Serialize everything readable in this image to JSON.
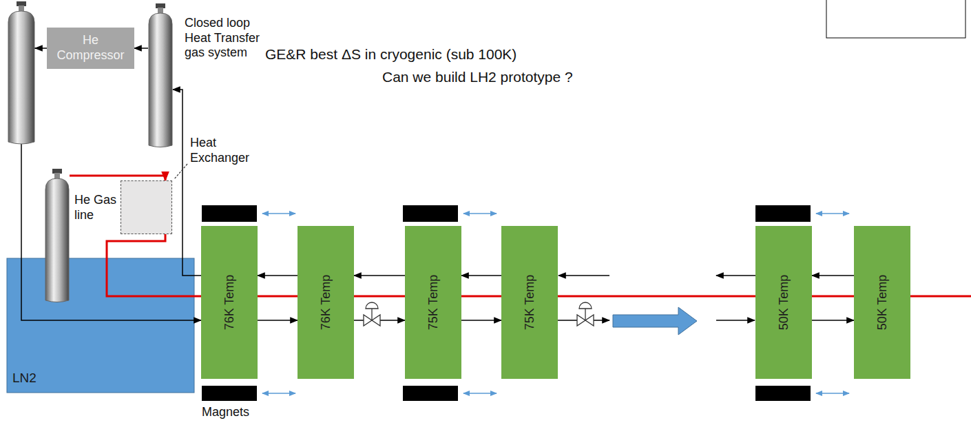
{
  "diagram": {
    "title": "GE&R best ΔS in cryogenic (sub 100K)",
    "nodes": [
      {
        "text": [
          "He Compressor"
        ]
      },
      {
        "text": [
          "Closed loop Heat Transfer gas system"
        ]
      },
      {
        "text": [
          "He Gas line"
        ]
      },
      {
        "text": [
          "Heat Exchanger"
        ]
      },
      {
        "text": [
          "LN2"
        ]
      },
      {
        "text": [
          "76K Temp"
        ]
      },
      {
        "text": [
          "76K Temp"
        ]
      },
      {
        "text": [
          "75K Temp"
        ]
      },
      {
        "text": [
          "75K Temp"
        ]
      },
      {
        "text": [
          "50K Temp"
        ]
      },
      {
        "text": [
          "50K Temp"
        ]
      }
    ],
    "edges": [
      {
        "from": 1,
        "to": 0,
        "arrow": "to"
      },
      {
        "from": 0,
        "to": 5,
        "arrow": "to"
      },
      {
        "from": 5,
        "to": 6,
        "arrow": "to"
      },
      {
        "from": 6,
        "to": 7,
        "arrow": "to"
      },
      {
        "from": 7,
        "to": 8,
        "arrow": "to"
      },
      {
        "from": 9,
        "to": 10,
        "arrow": "to"
      },
      {
        "from": 8,
        "to": 7,
        "arrow": "to"
      },
      {
        "from": 7,
        "to": 6,
        "arrow": "to"
      },
      {
        "from": 6,
        "to": 5,
        "arrow": "to"
      },
      {
        "from": 10,
        "to": 9,
        "arrow": "to"
      },
      {
        "from": 5,
        "to": 1,
        "arrow": "to"
      },
      {
        "from": 2,
        "to": 3,
        "arrow": "to"
      },
      {
        "from": 3,
        "to": 4,
        "arrow": "none"
      }
    ],
    "labels": [
      "Can we build LH2 prototype ?",
      "Magnets"
    ]
  }
}
